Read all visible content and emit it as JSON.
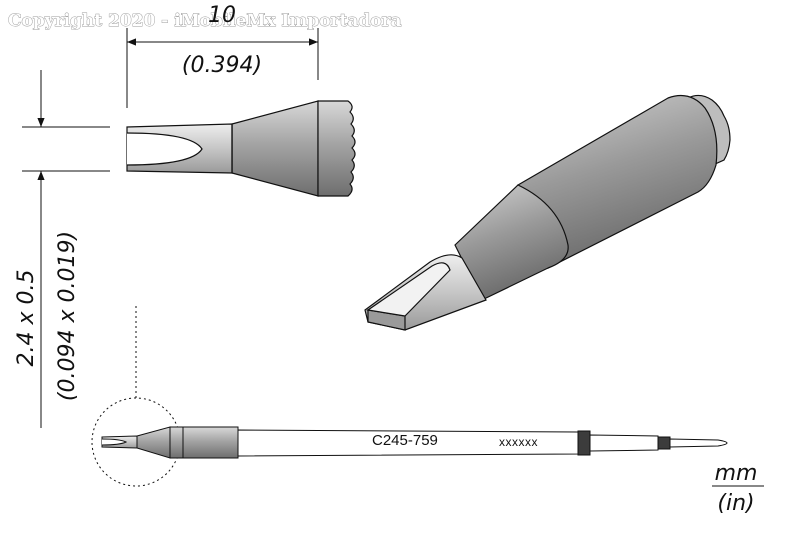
{
  "watermark": "Copyright 2020 - iMobileMx Importadora",
  "dimensions": {
    "length_mm": "10",
    "length_in": "(0.394)",
    "tip_mm": "2.4 x 0.5",
    "tip_in": "(0.094 x 0.019)"
  },
  "part": {
    "code": "C245-759",
    "serial": "xxxxxx"
  },
  "units": {
    "metric": "mm",
    "imperial": "(in)"
  },
  "colors": {
    "body_gray": "#9c9c9c",
    "highlight_gray": "#dedede",
    "outline": "#111111"
  }
}
